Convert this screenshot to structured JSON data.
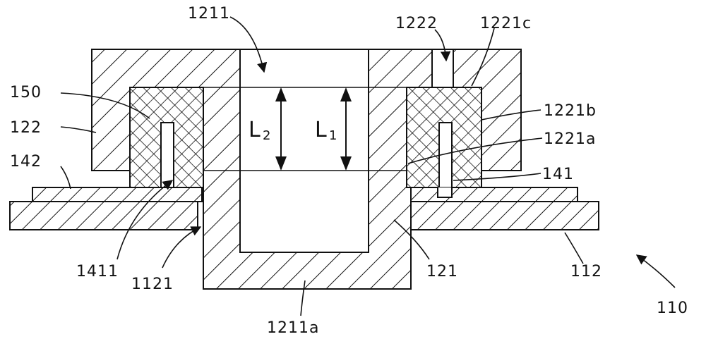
{
  "labels": {
    "l1211": "1211",
    "l1222": "1222",
    "l1221c": "1221c",
    "l150": "150",
    "l122": "122",
    "l1221b": "1221b",
    "l1221a": "1221a",
    "l142": "142",
    "l141": "141",
    "l1411": "1411",
    "l1121": "1121",
    "l121": "121",
    "l112": "112",
    "l110": "110",
    "l1211a": "1211a"
  },
  "dimensions": {
    "l2_letter": "L",
    "l2_sub": "2",
    "l1_letter": "L",
    "l1_sub": "1"
  },
  "colors": {
    "stroke": "#111111",
    "background": "#ffffff"
  }
}
